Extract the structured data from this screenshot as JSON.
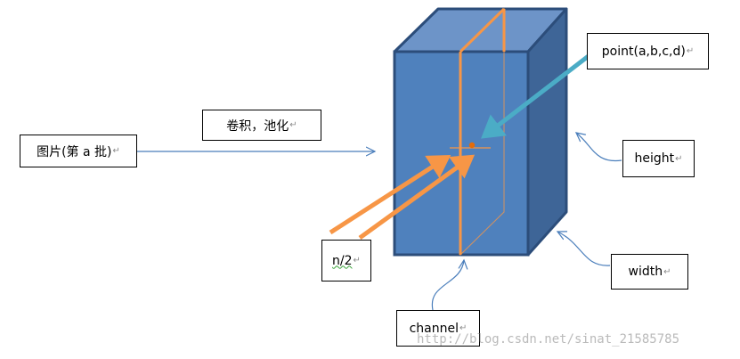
{
  "labels": {
    "input": "图片(第 a 批)",
    "conv_pool": "卷积，池化",
    "point": "point(a,b,c,d)",
    "height": "height",
    "width": "width",
    "n_half": "n/2",
    "channel": "channel",
    "return_mark": "↵"
  },
  "watermark": "http://blog.csdn.net/sinat_21585785",
  "colors": {
    "cube_front": "#4f81bd",
    "cube_top": "#6d94c8",
    "cube_side": "#3e6597",
    "cube_border": "#2c4d7a",
    "orange": "#f79646",
    "teal": "#4bacc6",
    "connector_blue": "#4a7ebb",
    "text": "#000000"
  }
}
